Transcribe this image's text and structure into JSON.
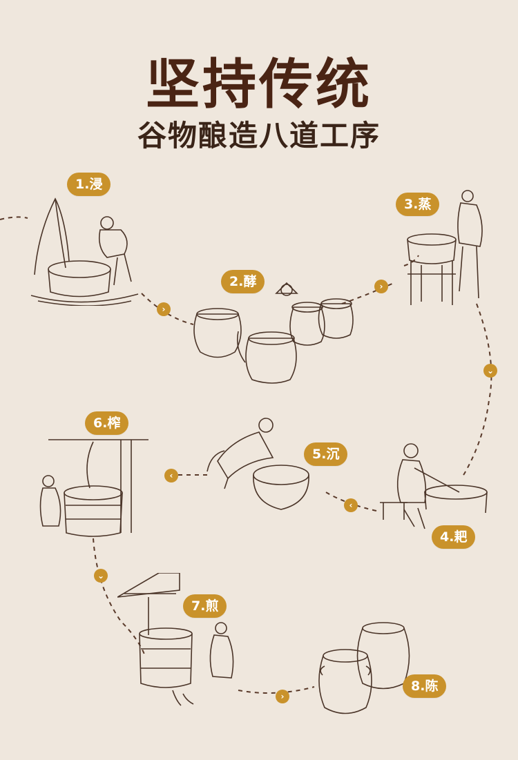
{
  "title": {
    "main": "坚持传统",
    "sub": "谷物酿造八道工序"
  },
  "steps": [
    {
      "label": "1.浸",
      "icon": "soaking-illustration-icon"
    },
    {
      "label": "2.酵",
      "icon": "fermenting-jars-illustration-icon"
    },
    {
      "label": "3.蒸",
      "icon": "steaming-illustration-icon"
    },
    {
      "label": "4.耙",
      "icon": "raking-illustration-icon"
    },
    {
      "label": "5.沉",
      "icon": "settling-jar-illustration-icon"
    },
    {
      "label": "6.榨",
      "icon": "pressing-illustration-icon"
    },
    {
      "label": "7.煎",
      "icon": "boiling-illustration-icon"
    },
    {
      "label": "8.陈",
      "icon": "aging-jars-illustration-icon"
    }
  ],
  "arrows": [
    "chevron-right",
    "chevron-right",
    "chevron-down",
    "chevron-left",
    "chevron-left",
    "chevron-down",
    "chevron-right"
  ],
  "colors": {
    "background": "#efe7dd",
    "accent": "#c9922b",
    "title": "#4a2414",
    "ink": "#4a3428"
  }
}
